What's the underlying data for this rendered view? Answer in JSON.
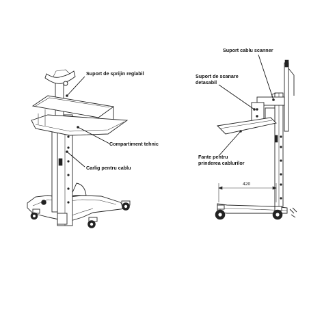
{
  "labels": {
    "adjustable_support": "Suport de sprijin reglabil",
    "tech_compartment": "Compartiment tehnic",
    "cable_hook": "Carlig pentru cablu",
    "scanner_cable_support": "Suport cablu scanner",
    "detachable_scanner_support_line1": "Suport de scanare",
    "detachable_scanner_support_line2": "detasabil",
    "cable_slots_line1": "Fante pentru",
    "cable_slots_line2": "prinderea cablurilor"
  },
  "dimension": {
    "width_value": "420"
  },
  "colors": {
    "line": "#222222",
    "background": "#ffffff"
  }
}
